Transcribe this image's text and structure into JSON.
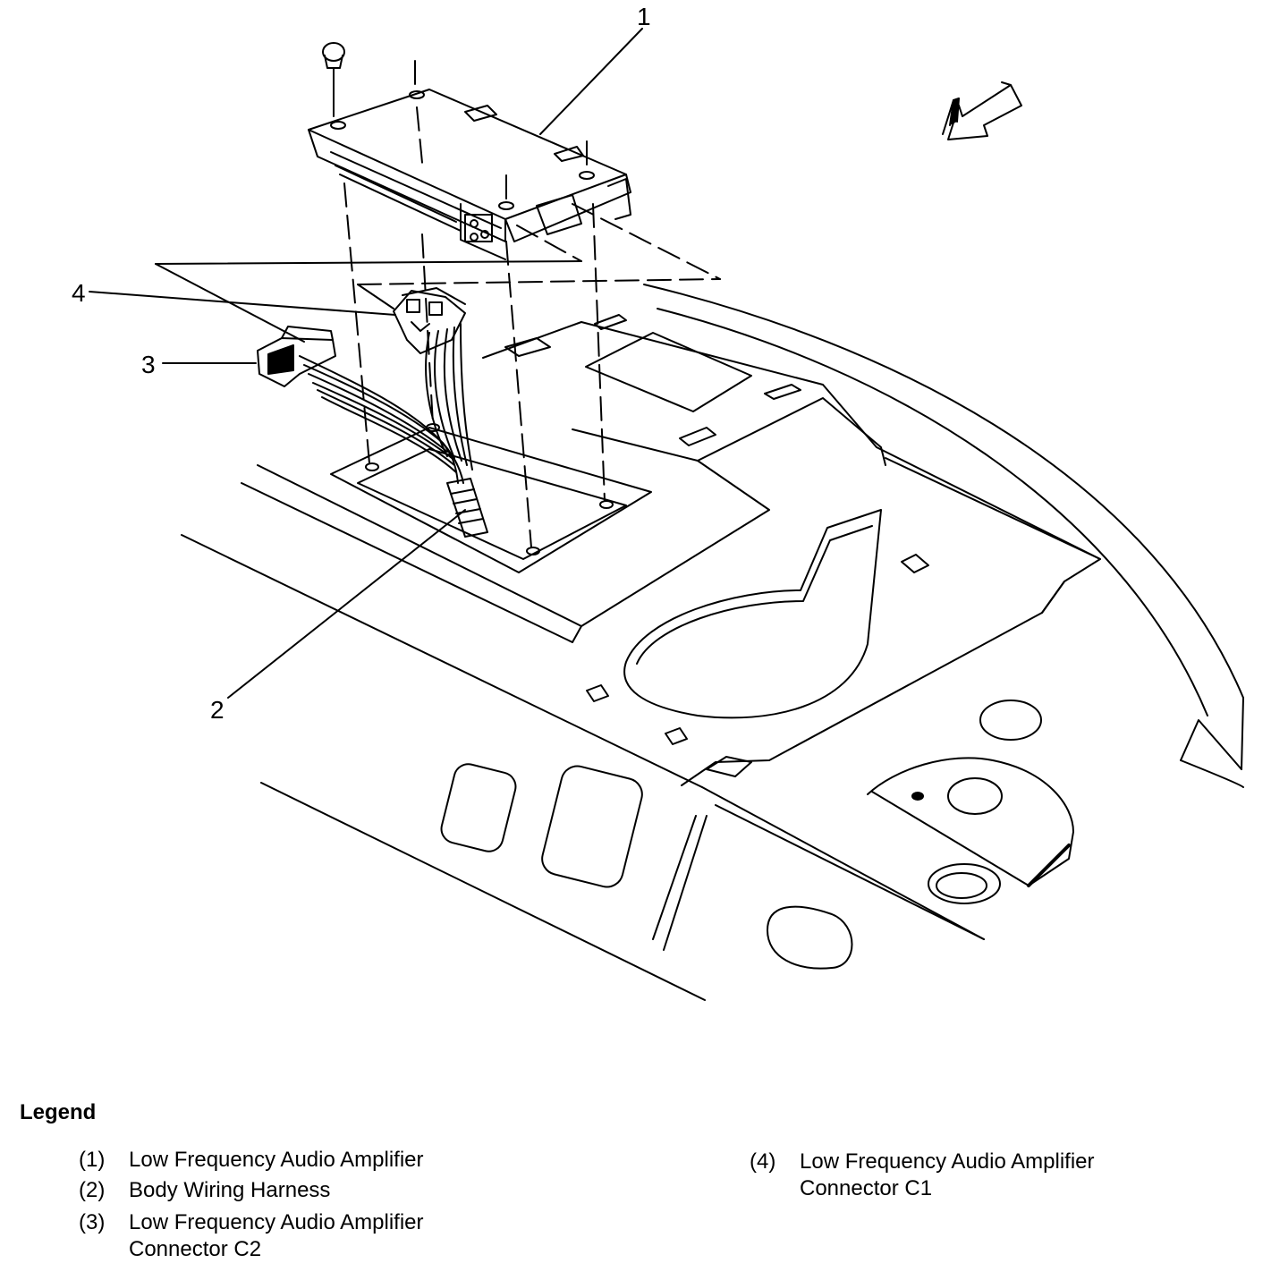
{
  "callouts": {
    "c1": "1",
    "c2": "2",
    "c3": "3",
    "c4": "4"
  },
  "legend": {
    "title": "Legend",
    "items": [
      {
        "num": "(1)",
        "line1": "Low Frequency Audio Amplifier",
        "line2": ""
      },
      {
        "num": "(2)",
        "line1": "Body Wiring Harness",
        "line2": ""
      },
      {
        "num": "(3)",
        "line1": "Low Frequency Audio Amplifier",
        "line2": "Connector C2"
      },
      {
        "num": "(4)",
        "line1": "Low Frequency Audio Amplifier",
        "line2": "Connector C1"
      }
    ]
  },
  "icons": [
    "direction-arrow-icon",
    "push-pin-fastener-icon"
  ]
}
